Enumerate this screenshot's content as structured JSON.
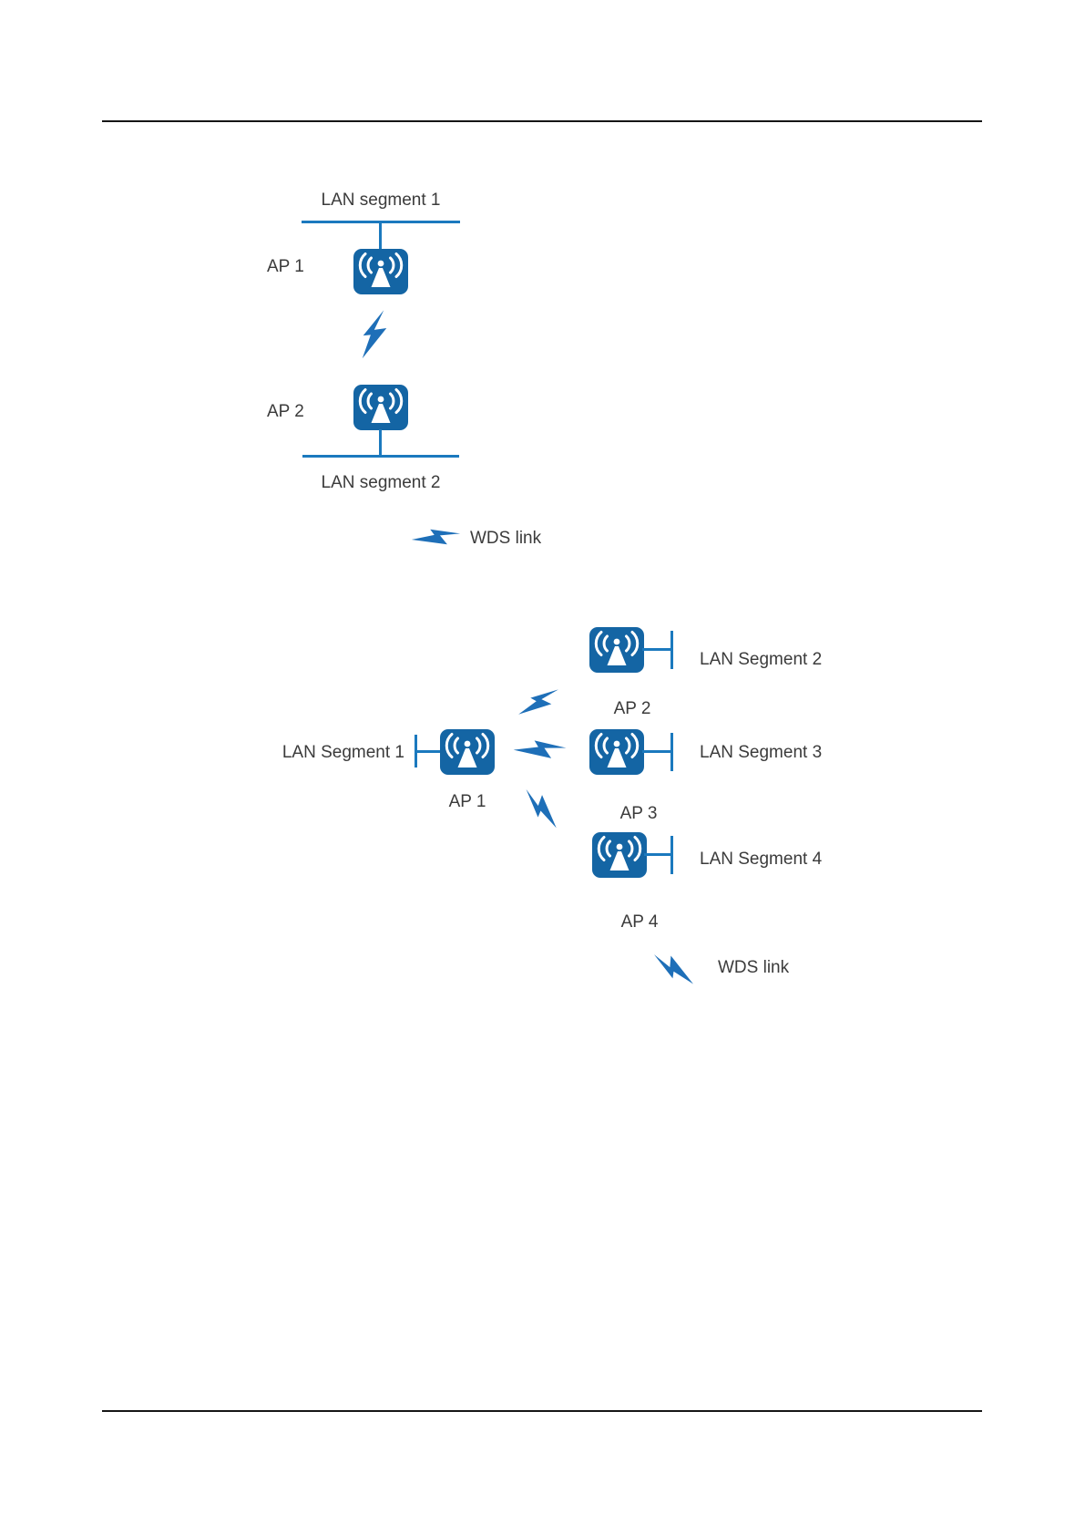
{
  "page": {
    "background": "#ffffff"
  },
  "colors": {
    "page_bg": "#ffffff",
    "accent_blue": "#1465a4",
    "connector_blue": "#1b79be",
    "bolt_blue": "#1e6fb8",
    "text_color": "#3b3b3b",
    "rule_color": "#161616"
  },
  "icons": {
    "access_point_icon": "rounded blue square with white antenna tower and radio-wave arcs",
    "wds_link_bolt_icon": "⚡"
  },
  "diagram1": {
    "lan_segment_1": "LAN segment 1",
    "ap1": "AP 1",
    "ap2": "AP 2",
    "lan_segment_2": "LAN segment 2",
    "legend": {
      "wds_link": "WDS link"
    }
  },
  "diagram2": {
    "lan_segment_1": "LAN Segment 1",
    "lan_segment_2": "LAN Segment 2",
    "lan_segment_3": "LAN Segment 3",
    "lan_segment_4": "LAN Segment 4",
    "ap1": "AP 1",
    "ap2": "AP 2",
    "ap3": "AP 3",
    "ap4": "AP 4",
    "legend": {
      "wds_link": "WDS link"
    }
  }
}
